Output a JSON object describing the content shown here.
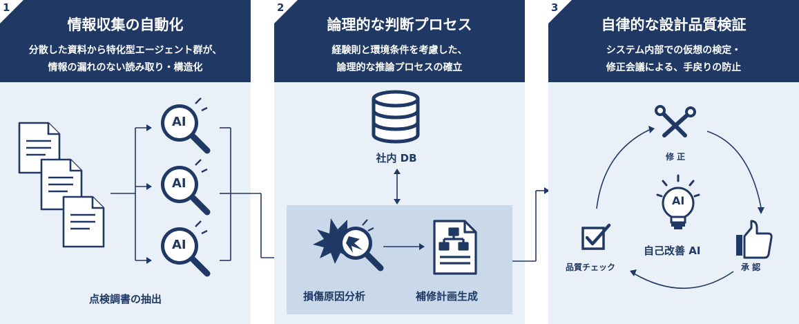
{
  "colors": {
    "navy": "#1f3864",
    "panel_bg": "#eaf0f7",
    "subpanel_bg": "#c9d9ea",
    "white": "#ffffff"
  },
  "steps": [
    {
      "number": "1",
      "title": "情報収集の自動化",
      "subtitle_line1": "分散した資料から特化型エージェント群が、",
      "subtitle_line2": "情報の漏れのない読み取り・構造化",
      "documents_icon": "documents-icon",
      "agent_icon": "ai-magnifier-icon",
      "agent_badge": "AI",
      "caption": "点検調書の抽出"
    },
    {
      "number": "2",
      "title": "論理的な判断プロセス",
      "subtitle_line1": "経験則と環境条件を考慮した、",
      "subtitle_line2": "論理的な推論プロセスの確立",
      "db_icon": "database-icon",
      "db_label": "社内 DB",
      "analysis_icon": "damage-analysis-icon",
      "analysis_label": "損傷原因分析",
      "plan_icon": "flowchart-document-icon",
      "plan_label": "補修計画生成"
    },
    {
      "number": "3",
      "title": "自律的な設計品質検証",
      "subtitle_line1": "システム内部での仮想の検定・",
      "subtitle_line2": "修正会議による、手戻りの防止",
      "fix_icon": "tools-icon",
      "fix_label": "修 正",
      "approve_icon": "thumbs-up-icon",
      "approve_label": "承 認",
      "check_icon": "checkbox-icon",
      "check_label": "品質チェック",
      "center_icon": "ai-lightbulb-icon",
      "center_badge": "AI",
      "center_label": "自己改善 AI"
    }
  ]
}
